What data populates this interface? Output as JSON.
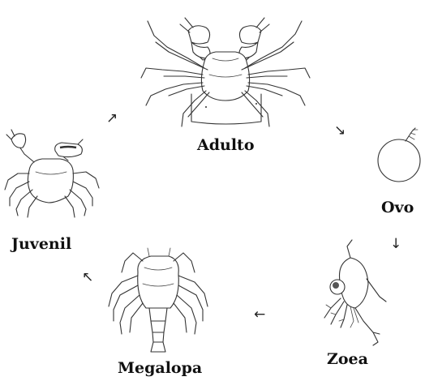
{
  "stages": {
    "adulto": "Adulto",
    "ovo": "Ovo",
    "zoea": "Zoea",
    "megalopa": "Megalopa",
    "juvenil": "Juvenil"
  },
  "arrows": {
    "adulto_to_ovo": "↘",
    "ovo_to_zoea": "↓",
    "zoea_to_megalopa": "←",
    "megalopa_to_juvenil": "↖",
    "juvenil_to_adulto": "↗"
  }
}
